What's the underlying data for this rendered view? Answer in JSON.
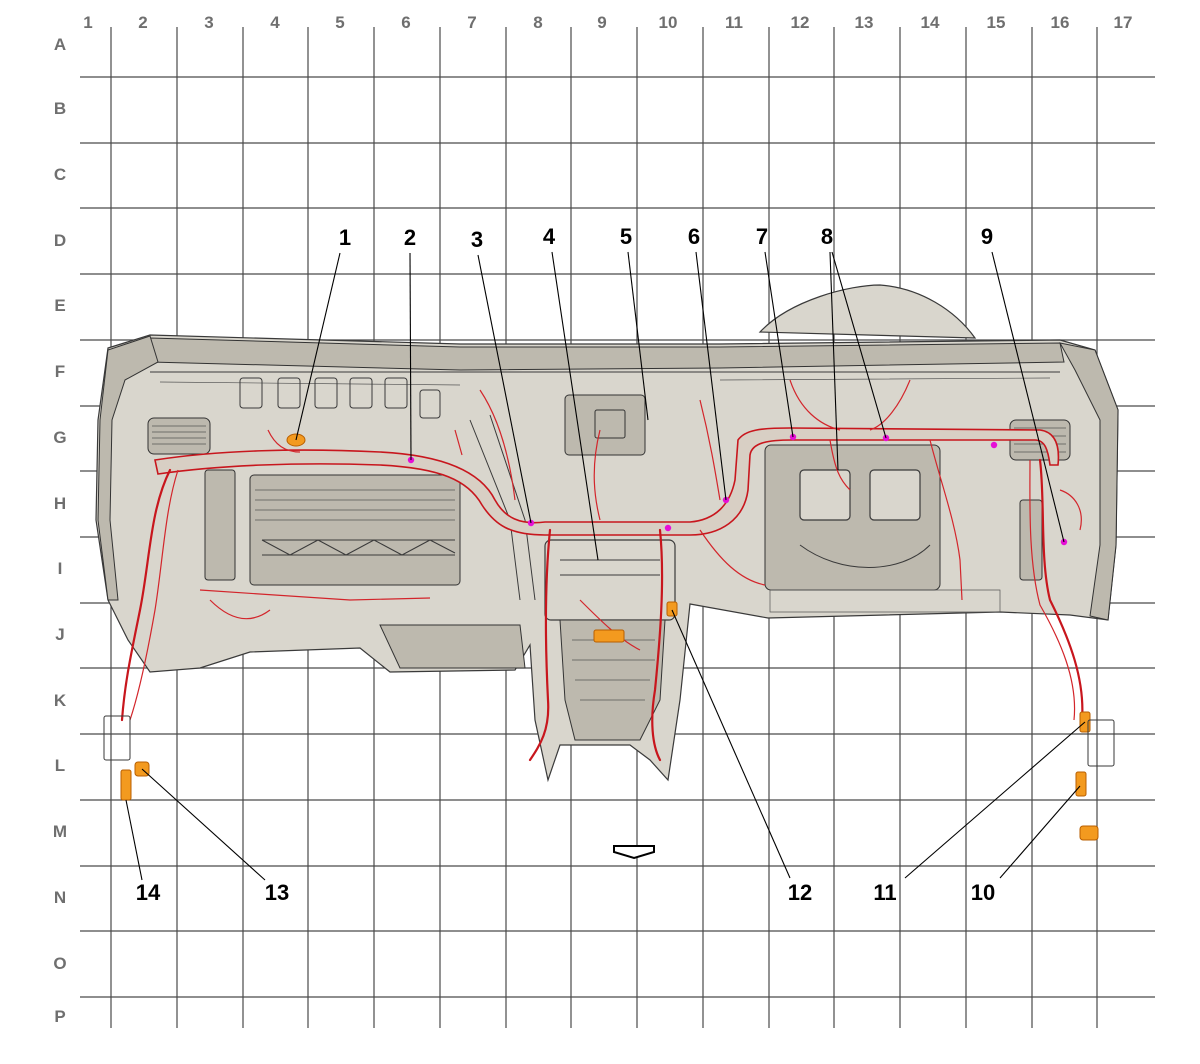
{
  "grid": {
    "columns": [
      "1",
      "2",
      "3",
      "4",
      "5",
      "6",
      "7",
      "8",
      "9",
      "10",
      "11",
      "12",
      "13",
      "14",
      "15",
      "16",
      "17"
    ],
    "rows": [
      "A",
      "B",
      "C",
      "D",
      "E",
      "F",
      "G",
      "H",
      "I",
      "J",
      "K",
      "L",
      "M",
      "N",
      "O",
      "P"
    ]
  },
  "callouts": [
    "1",
    "2",
    "3",
    "4",
    "5",
    "6",
    "7",
    "8",
    "9",
    "10",
    "11",
    "12",
    "13",
    "14"
  ],
  "colors": {
    "harness": "#c8161d",
    "connector": "#f39a1f",
    "splice": "#e60fd6",
    "body": "#d9d6cd",
    "grid": "#4a4a4a"
  },
  "icons": {
    "orientation_arrow": "down-arrow-icon"
  }
}
